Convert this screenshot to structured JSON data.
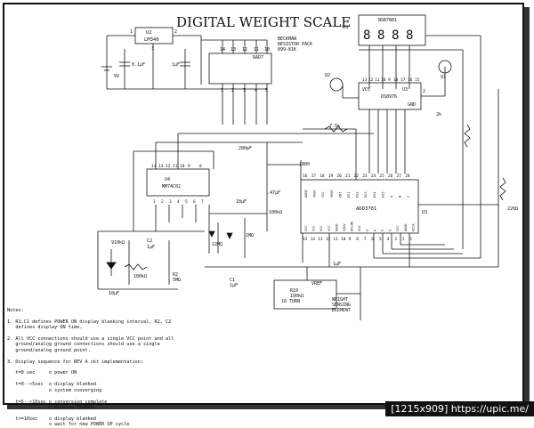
{
  "title": "DIGITAL WEIGHT SCALE",
  "components": {
    "u2": {
      "ref": "U2",
      "part": "LM340",
      "pins": [
        "1",
        "3",
        "2"
      ]
    },
    "u4": {
      "ref": "U4",
      "part": "MM74C02",
      "pins_top": [
        "14",
        "13",
        "12",
        "11",
        "10",
        "9",
        "8"
      ],
      "pins_bottom": [
        "1",
        "2",
        "3",
        "4",
        "5",
        "6",
        "7"
      ]
    },
    "u3": {
      "ref": "U3",
      "part": "DS8976",
      "vcc": "VCC",
      "gnd": "GND",
      "pins_top": [
        "13",
        "12",
        "11",
        "10",
        "9",
        "18",
        "17",
        "16",
        "15"
      ],
      "pin_right": "2"
    },
    "u1": {
      "ref": "U1",
      "part": "ADD3701",
      "pins_top": [
        "16",
        "17",
        "18",
        "19",
        "20",
        "21",
        "22",
        "23",
        "24",
        "25",
        "26",
        "27",
        "28"
      ],
      "pins_bottom": [
        "15",
        "14",
        "13",
        "12",
        "11",
        "10",
        "9",
        "8",
        "7",
        "6",
        "5",
        "4",
        "3",
        "2",
        "1"
      ],
      "labels_top": [
        "AGND",
        "VREF",
        "VCC",
        "VREF",
        "CNT",
        "DS1",
        "DS2",
        "DS3",
        "DS4",
        "DS5",
        "A",
        "B",
        "C"
      ],
      "labels_bottom": [
        "VCC",
        "VCC",
        "VCC",
        "VCC",
        "DGND",
        "CONV",
        "OFLOW",
        "CLK",
        "D",
        "E",
        "F",
        "G",
        "VCC",
        "AGND",
        "ACLK"
      ]
    },
    "resistor_pack": {
      "part": "RAD7",
      "line1": "BECKMAN",
      "line2": "RESISTOR PACK",
      "line3": "899-81K",
      "pins_top": [
        "14",
        "13",
        "12",
        "11",
        "10"
      ],
      "pins_bottom": [
        "1",
        "2",
        "3",
        "4",
        "5"
      ]
    },
    "display": {
      "ref": "D1",
      "part": "NSB7881"
    },
    "q1": "Q1",
    "q2": "Q2",
    "battery": "9V",
    "c_01": "0.1µF",
    "c_1uf": "1µF",
    "c_280": "280pF",
    "r_75k": "7.5k",
    "r_1800": "1800",
    "c_47": ".47µF",
    "r_100_a": "100kΩ",
    "c_10_a": "10µF",
    "r_2k": "2k",
    "r_220": "220Ω",
    "r_910": "910kΩ",
    "c2": "C2",
    "c2_val": "1µF",
    "r_22m": "22MΩ",
    "r_1m": "1MΩ",
    "r_100_b": "100kΩ",
    "r2": "R2",
    "r2_val": "5MΩ",
    "c_10_b": "10µF",
    "c1": "C1",
    "c1_val": "1µF",
    "c_1uf_b": "1µF",
    "vref": "VREF",
    "r10": "R10",
    "r10_val": "100kΩ",
    "r10_turn": "10 TURN",
    "sensing": [
      "WEIGHT",
      "SENSING",
      "ELEMENT"
    ]
  },
  "notes": "Notes:\n\n1. R1,C1 defines POWER ON display blanking interval, R2, C2\n   defines display ON time.\n\n2. All VCC connections should use a single VCC point and all\n   ground/analog ground connections should use a single\n   ground/analog ground point.\n\n3. Display sequence for REV A ckt implementation:\n\n   t=0 sec     o power ON\n\n   t=0-->5sec  o display blanked\n               o system converging\n\n   t=5-->10sec o conversion complete\n               o display ENABLE\n\n   t>=10sec    o display blanked\n               o wait for new POWER UP cycle",
  "watermark": "[1215x909] https://upic.me/"
}
